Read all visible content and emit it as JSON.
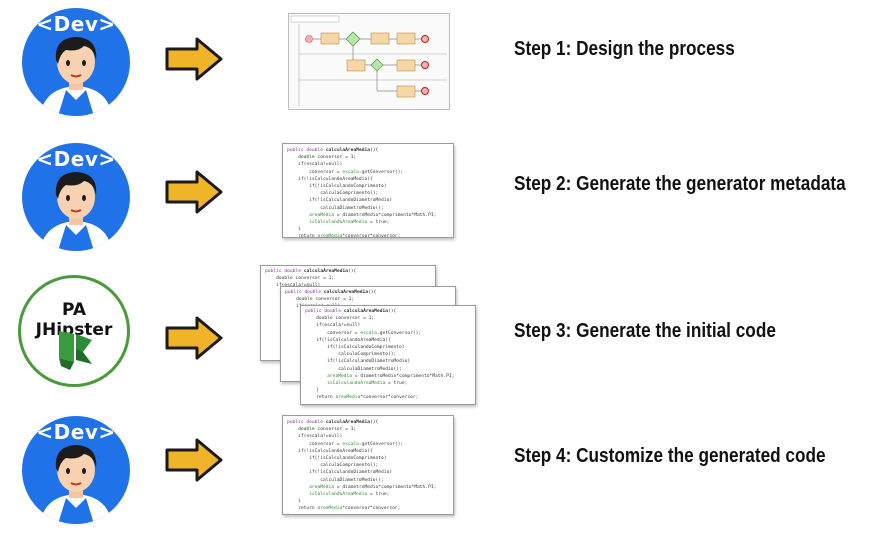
{
  "avatar": {
    "label": "<Dev>"
  },
  "jhipster": {
    "title": "PA JHipster"
  },
  "steps": [
    {
      "label": "Step 1: Design the process"
    },
    {
      "label": "Step 2: Generate the generator metadata"
    },
    {
      "label": "Step 3: Generate the initial code"
    },
    {
      "label": "Step 4: Customize the generated code"
    }
  ],
  "colors": {
    "avatar_bg": "#1f72e8",
    "arrow_fill": "#f0b429",
    "jhipster_ring": "#4a9a3a",
    "jhipster_logo": "#2e8b3a"
  },
  "icons": [
    "developer-avatar-icon",
    "right-arrow-icon",
    "jhipster-logo-icon"
  ]
}
